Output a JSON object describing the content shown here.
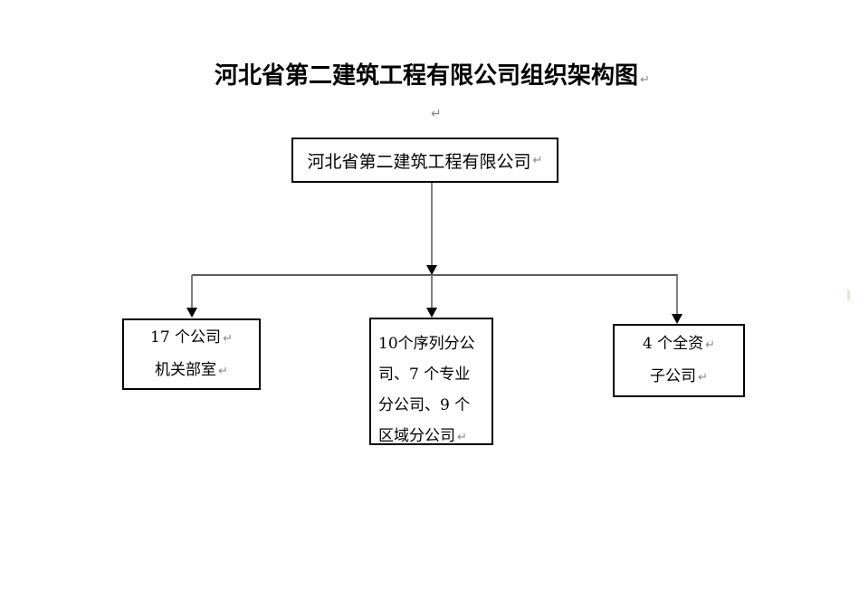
{
  "diagram": {
    "title": "河北省第二建筑工程有限公司组织架构图",
    "root": {
      "label": "河北省第二建筑工程有限公司"
    },
    "branches": {
      "left": {
        "lines": [
          "17 个公司",
          "机关部室"
        ]
      },
      "middle": {
        "lines": [
          "10个序列分公",
          "司、7 个专业",
          "分公司、9 个",
          "区域分公司"
        ]
      },
      "right": {
        "lines": [
          "4 个全资",
          "子公司"
        ]
      }
    }
  },
  "marks": {
    "line_break": "↵"
  },
  "colors": {
    "background": "#ffffff",
    "text": "#000000",
    "box_border": "#000000",
    "connector_vertical_gray": "#7f7f7f",
    "connector_horizontal_black": "#262626",
    "arrowhead_black": "#000000",
    "line_break_mark_gray": "#8a8a8a",
    "stray_mark_pink": "#f6c9ba"
  }
}
